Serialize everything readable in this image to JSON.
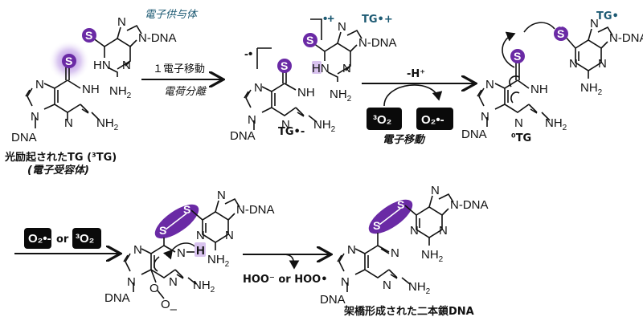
{
  "title": "Photo-induced DNA interstrand crosslink formation via 6-thioguanine",
  "colors": {
    "sulfur": "#6a2aa5",
    "donor_label": "#1d5a73",
    "highlight": "#d8c2ee",
    "box": "#0a0a0a"
  },
  "labels": {
    "donor": "電子供与体",
    "step1_top": "１電子移動",
    "step1_bottom": "電荷分離",
    "acceptor_name": "光励起されたTG (³TG)",
    "acceptor_role": "(電子受容体)",
    "tg_anion": "TG•-",
    "tg_cation": "TG•+",
    "charge_anion": "-•",
    "charge_cation": "•+",
    "step2_top": "-H⁺",
    "step2_bottom": "電子移動",
    "box_o2_triplet": "³O₂",
    "box_o2_superoxide": "O₂•-",
    "tg_zero": "⁰TG",
    "tg_radical": "TG•",
    "step3_box1": "O₂•-",
    "step3_or": "or",
    "step3_box2": "³O₂",
    "step4_byproduct": "HOO⁻ or HOO•",
    "product": "架橋形成された二本鎖DNA"
  },
  "atoms": {
    "S": "S",
    "N": "N",
    "NH": "NH",
    "HN": "HN",
    "H": "H",
    "NH2": "NH",
    "sub2": "2",
    "DNA": "DNA",
    "N_DNA": "N-DNA",
    "O": "O",
    "O_minus": "O"
  }
}
